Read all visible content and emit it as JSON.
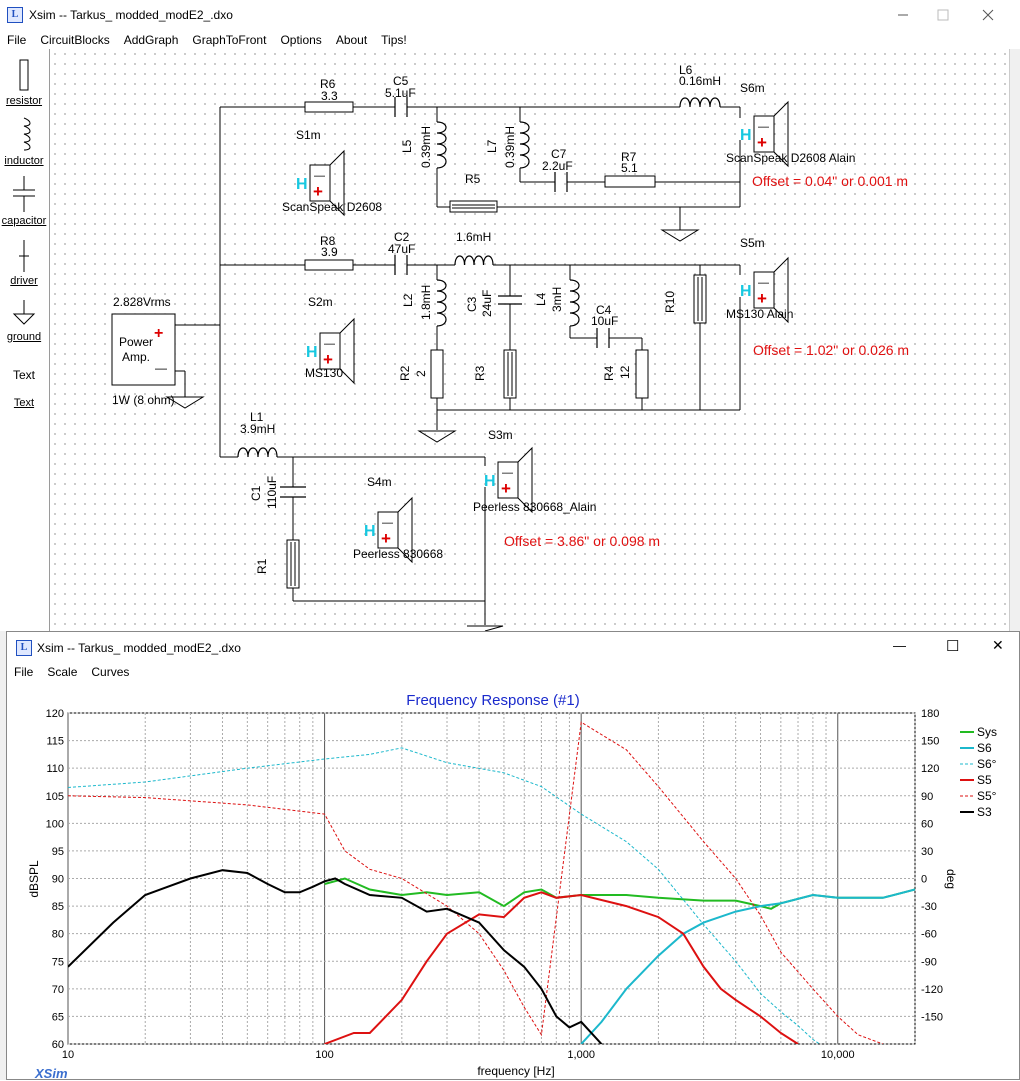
{
  "main_window": {
    "title": "Xsim -- Tarkus_ modded_modE2_.dxo",
    "menu": [
      "File",
      "CircuitBlocks",
      "AddGraph",
      "GraphToFront",
      "Options",
      "About",
      "Tips!"
    ],
    "toolbox": [
      {
        "label": "resistor",
        "icon": "resistor-icon"
      },
      {
        "label": "inductor",
        "icon": "inductor-icon"
      },
      {
        "label": "capacitor",
        "icon": "capacitor-icon"
      },
      {
        "label": "driver",
        "icon": "driver-icon"
      },
      {
        "label": "ground",
        "icon": "ground-icon"
      },
      {
        "label": "Text",
        "icon": "text-icon"
      },
      {
        "label": "Text",
        "icon": "text-link"
      }
    ]
  },
  "schematic": {
    "amp": {
      "voltage": "2.828Vrms",
      "label1": "Power",
      "label2": "Amp.",
      "load": "1W (8 ohm)",
      "plus": "+",
      "minus": "—"
    },
    "components": {
      "R6": {
        "name": "R6",
        "value": "3.3"
      },
      "C5": {
        "name": "C5",
        "value": "5.1uF"
      },
      "L5": {
        "name": "L5",
        "value": "0.39mH"
      },
      "L7": {
        "name": "L7",
        "value": "0.39mH"
      },
      "C7": {
        "name": "C7",
        "value": "2.2uF"
      },
      "R7": {
        "name": "R7",
        "value": "5.1"
      },
      "R5": {
        "name": "R5"
      },
      "L6": {
        "name": "L6",
        "value": "0.16mH"
      },
      "R8": {
        "name": "R8",
        "value": "3.9"
      },
      "C2": {
        "name": "C2",
        "value": "47uF"
      },
      "L3": {
        "value": "1.6mH"
      },
      "L2": {
        "name": "L2",
        "value": "1.8mH"
      },
      "C3": {
        "name": "C3",
        "value": "24uF"
      },
      "L4": {
        "name": "L4",
        "value": "3mH"
      },
      "C4": {
        "name": "C4",
        "value": "10uF"
      },
      "R10": {
        "name": "R10"
      },
      "R2": {
        "name": "R2",
        "value": "2"
      },
      "R3": {
        "name": "R3"
      },
      "R4": {
        "name": "R4",
        "value": "12"
      },
      "L1": {
        "name": "L1",
        "value": "3.9mH"
      },
      "C1": {
        "name": "C1",
        "value": "110uF"
      },
      "R1": {
        "name": "R1"
      }
    },
    "drivers": {
      "S1m": {
        "name": "S1m",
        "model": "ScanSpeak D2608"
      },
      "S6m": {
        "name": "S6m",
        "model": "ScanSpeak D2608 Alain"
      },
      "S2m": {
        "name": "S2m",
        "model": "MS130"
      },
      "S5m": {
        "name": "S5m",
        "model": "MS130  Alain"
      },
      "S3m": {
        "name": "S3m",
        "model": "Peerless 830668_Alain"
      },
      "S4m": {
        "name": "S4m",
        "model": "Peerless 830668"
      },
      "h_mark": "H",
      "plus_mark": "+",
      "minus_mark": "—"
    },
    "offsets": {
      "tweeter": "Offset = 0.04\"  or  0.001 m",
      "mid": "Offset = 1.02\"  or  0.026 m",
      "woofer": "Offset = 3.86\"  or 0.098 m"
    }
  },
  "graph_window": {
    "title": "Xsim -- Tarkus_ modded_modE2_.dxo",
    "menu": [
      "File",
      "Scale",
      "Curves"
    ],
    "controls": {
      "minimize": "—",
      "maximize": "☐",
      "close": "✕"
    },
    "footer_logo": "XSim"
  },
  "chart_data": {
    "type": "line",
    "title": "Frequency Response (#1)",
    "xlabel": "frequency [Hz]",
    "ylabel": "dBSPL",
    "y2label": "deg",
    "xscale": "log",
    "xlim": [
      10,
      20000
    ],
    "ylim": [
      60,
      120
    ],
    "y2lim": [
      -180,
      180
    ],
    "x_tick_labels": [
      "10",
      "100",
      "1,000",
      "10,000"
    ],
    "y_ticks": [
      60,
      65,
      70,
      75,
      80,
      85,
      90,
      95,
      100,
      105,
      110,
      115,
      120
    ],
    "y2_ticks": [
      -150,
      -120,
      -90,
      -60,
      -30,
      0,
      30,
      60,
      90,
      120,
      150,
      180
    ],
    "grid": true,
    "legend_position": "right",
    "colors": {
      "Sys": "#22bb22",
      "S6": "#1cb8cc",
      "S5": "#dd1111",
      "S3": "#000000"
    },
    "series": [
      {
        "name": "Sys",
        "axis": "left",
        "style": "solid",
        "color": "#22bb22",
        "x": [
          100,
          120,
          150,
          200,
          250,
          300,
          400,
          500,
          600,
          700,
          800,
          1000,
          1500,
          2000,
          3000,
          4000,
          5000,
          5500,
          6000,
          8000,
          10000,
          15000,
          20000
        ],
        "y": [
          89,
          90,
          88,
          87,
          87.5,
          87,
          87.5,
          85,
          87.5,
          88,
          86.5,
          87,
          87,
          86.5,
          86,
          86,
          85,
          84.5,
          85.5,
          87,
          86.5,
          86.5,
          88
        ]
      },
      {
        "name": "S6",
        "axis": "left",
        "style": "solid",
        "color": "#1cb8cc",
        "x": [
          1000,
          1200,
          1500,
          2000,
          2500,
          3000,
          4000,
          5000,
          6000,
          8000,
          10000,
          15000,
          20000
        ],
        "y": [
          60,
          64,
          70,
          76,
          80,
          82,
          84,
          85,
          85.5,
          87,
          86.5,
          86.5,
          88
        ]
      },
      {
        "name": "S6°",
        "axis": "right",
        "style": "dashed",
        "color": "#1cb8cc",
        "x": [
          10,
          20,
          50,
          100,
          150,
          200,
          300,
          500,
          700,
          1000,
          1500,
          2000,
          3000,
          4000,
          5000,
          6000,
          7000,
          8000,
          8500
        ],
        "y": [
          99,
          105,
          120,
          130,
          135,
          142,
          126,
          115,
          100,
          70,
          40,
          10,
          -50,
          -90,
          -125,
          -145,
          -160,
          -175,
          -180
        ]
      },
      {
        "name": "S5",
        "axis": "left",
        "style": "solid",
        "color": "#dd1111",
        "x": [
          100,
          130,
          150,
          200,
          250,
          300,
          400,
          500,
          600,
          700,
          800,
          1000,
          1500,
          2000,
          2500,
          3000,
          3500,
          4000,
          5000,
          6000,
          7000
        ],
        "y": [
          60,
          62,
          62,
          68,
          75,
          80,
          83.5,
          83,
          86.5,
          87.5,
          86.5,
          87,
          85,
          83,
          80,
          74,
          70,
          68,
          65,
          62,
          60
        ]
      },
      {
        "name": "S5°",
        "axis": "right",
        "style": "dashed",
        "color": "#dd1111",
        "x": [
          10,
          20,
          50,
          100,
          120,
          150,
          200,
          300,
          400,
          500,
          600,
          700,
          1000,
          1500,
          2000,
          3000,
          4000,
          5000,
          6000,
          8000,
          10000,
          12000,
          15000
        ],
        "y": [
          90,
          88,
          80,
          70,
          30,
          10,
          0,
          -30,
          -60,
          -100,
          -140,
          -170,
          170,
          140,
          100,
          40,
          0,
          -40,
          -80,
          -120,
          -150,
          -170,
          -180
        ]
      },
      {
        "name": "S3",
        "axis": "left",
        "style": "solid",
        "color": "#000000",
        "x": [
          10,
          15,
          20,
          30,
          40,
          50,
          60,
          70,
          80,
          90,
          100,
          110,
          120,
          150,
          200,
          250,
          300,
          400,
          500,
          600,
          700,
          800,
          900,
          1000,
          1200
        ],
        "y": [
          74,
          82,
          87,
          90,
          91.5,
          91,
          89,
          87.5,
          87.5,
          88.5,
          89.5,
          90,
          89,
          87,
          86.5,
          84,
          84.5,
          82,
          77,
          74,
          70,
          65,
          63,
          64,
          60
        ]
      }
    ]
  }
}
